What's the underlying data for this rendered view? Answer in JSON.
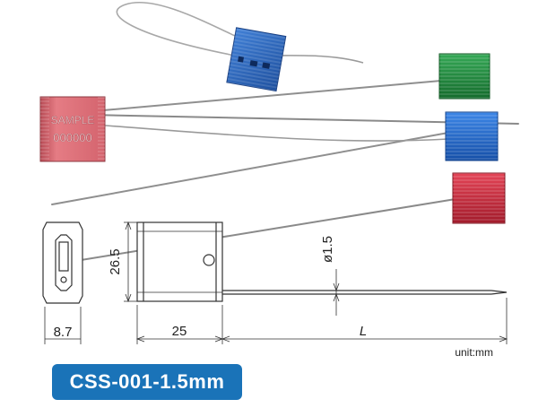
{
  "product": {
    "model_code": "CSS-001-1.5mm",
    "seal_stamp_line1": "SAMPLE",
    "seal_stamp_line2": "000000",
    "seal_colors": {
      "blue_top": "#2a62b8",
      "green": "#1f8a3c",
      "blue": "#1f64c8",
      "red": "#c8283a",
      "pink": "#d4646e"
    }
  },
  "drawing": {
    "dim_width_side": "8.7",
    "dim_height": "26.5",
    "dim_body_length": "25",
    "dim_wire_diameter": "ø1.5",
    "dim_length": "L",
    "unit_label": "unit:mm"
  }
}
